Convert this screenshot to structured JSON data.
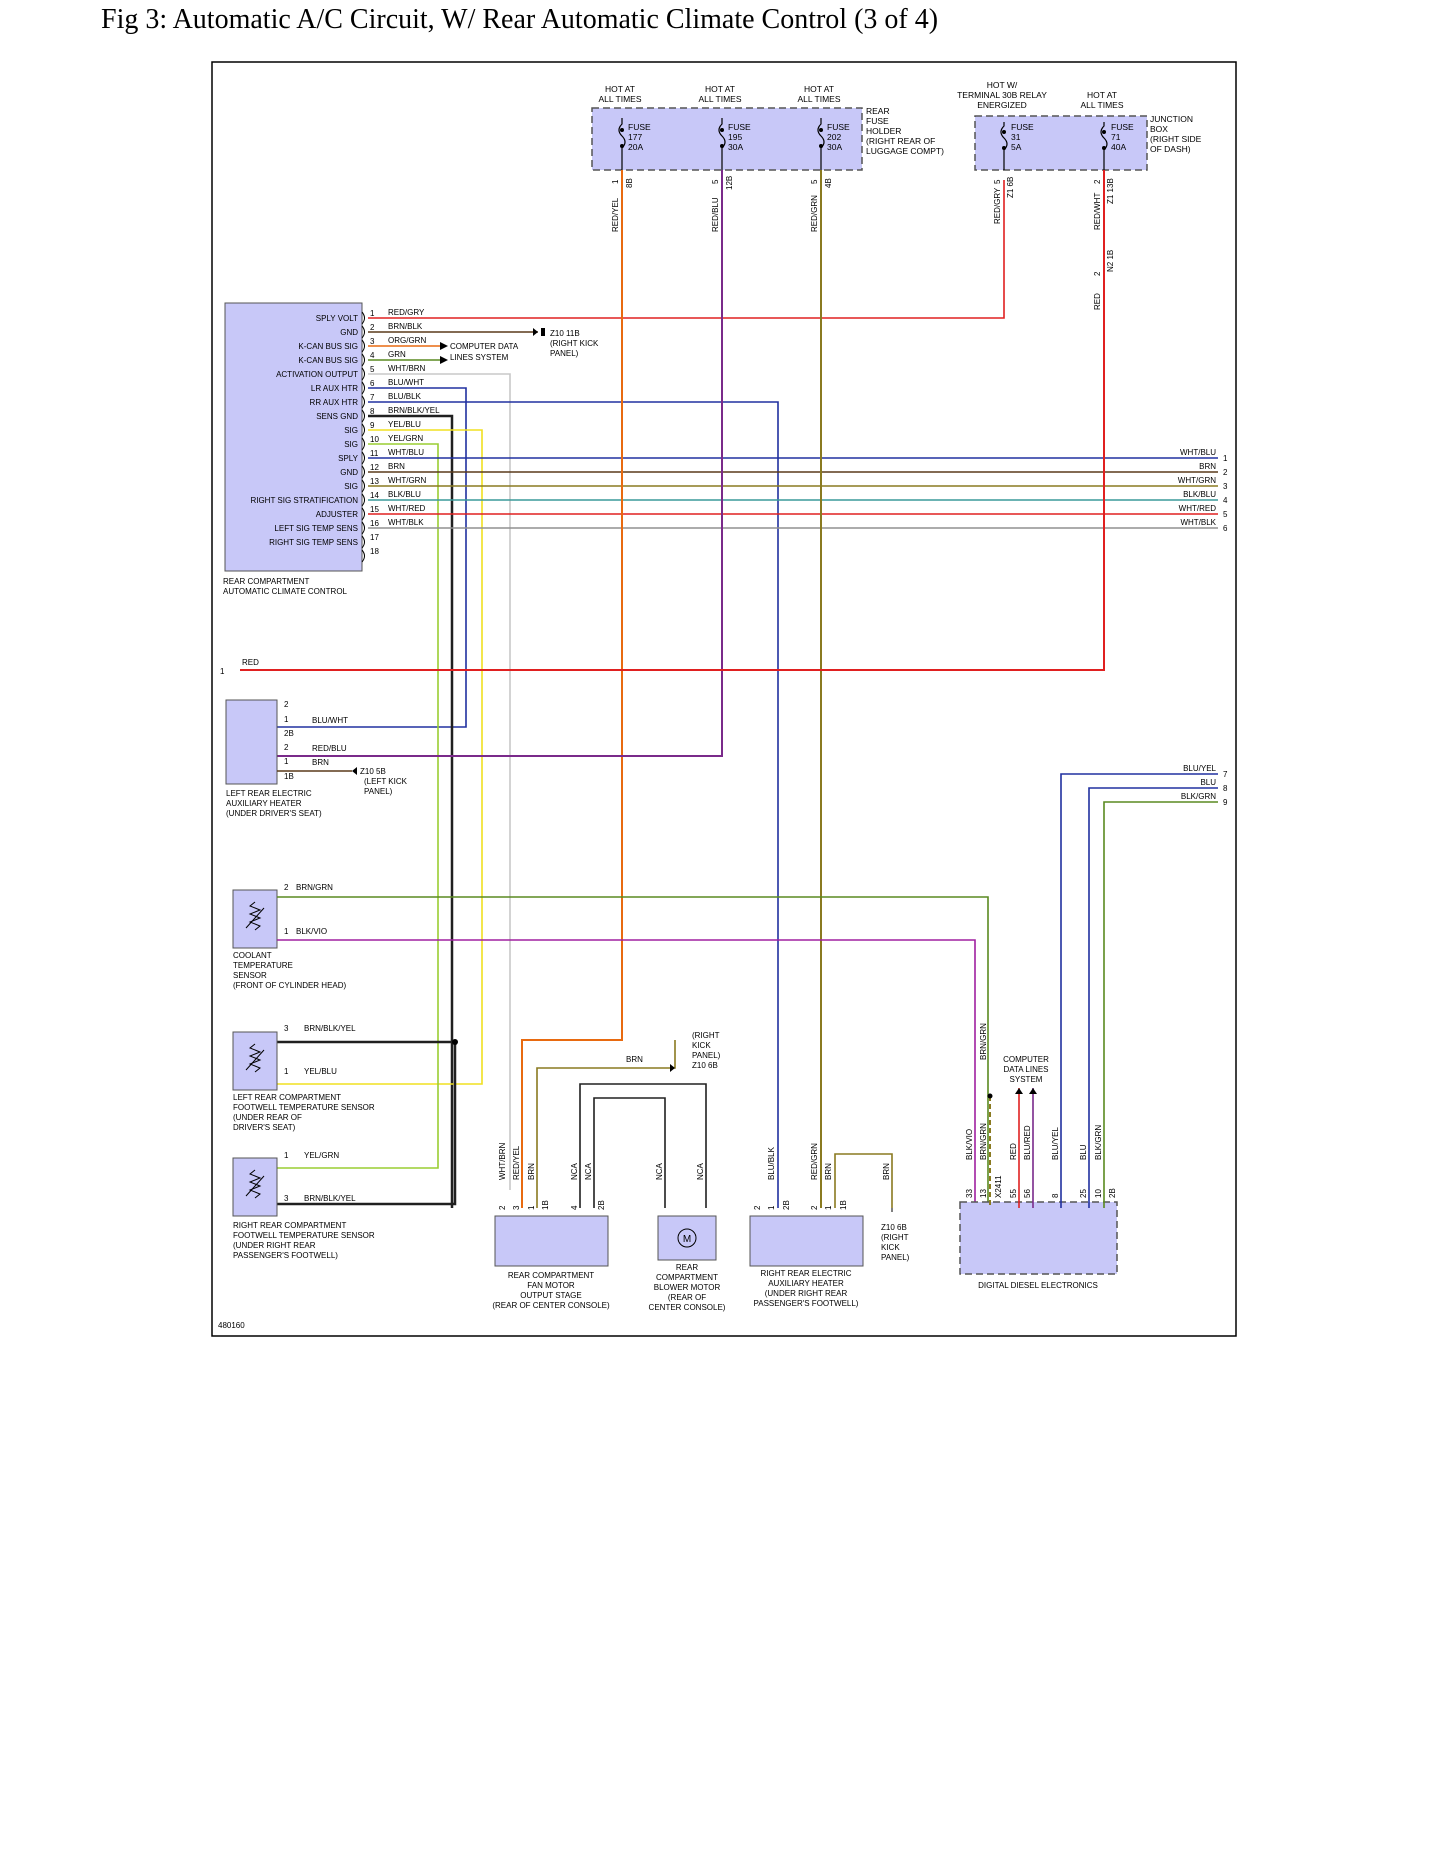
{
  "page": {
    "title": "Fig 3: Automatic A/C Circuit, W/ Rear Automatic Climate Control (3 of 4)"
  },
  "colors": {
    "component_fill": "#c8c8f8",
    "red": "#e02020",
    "orange": "#e86a10",
    "purple": "#7a2a8a",
    "olive": "#8a7a20",
    "brown": "#5a3a1a",
    "blue": "#2030a0",
    "green": "#5a8a20",
    "yellow": "#f0e020",
    "black": "#202020",
    "gray": "#909090",
    "teal": "#3a9a9a",
    "magenta": "#a020a0"
  },
  "fuses_rear": {
    "labels": [
      "HOT AT",
      "ALL TIMES"
    ],
    "fuses": [
      {
        "name": "FUSE",
        "num": "177",
        "amp": "20A",
        "pin_a": "1",
        "pin_b": "8B",
        "wire": "RED/YEL"
      },
      {
        "name": "FUSE",
        "num": "195",
        "amp": "30A",
        "pin_a": "5",
        "pin_b": "12B",
        "wire": "RED/BLU"
      },
      {
        "name": "FUSE",
        "num": "202",
        "amp": "30A",
        "pin_a": "5",
        "pin_b": "4B",
        "wire": "RED/GRN"
      }
    ],
    "holder": [
      "REAR",
      "FUSE",
      "HOLDER",
      "(RIGHT REAR OF",
      "LUGGAGE COMPT)"
    ]
  },
  "fuses_junction": {
    "relay_label": [
      "HOT W/",
      "TERMINAL 30B RELAY",
      "ENERGIZED"
    ],
    "hot_label": [
      "HOT AT",
      "ALL TIMES"
    ],
    "fuses": [
      {
        "name": "FUSE",
        "num": "31",
        "amp": "5A",
        "pin_a": "5",
        "pin_b": "Z1 6B",
        "wire": "RED/GRY"
      },
      {
        "name": "FUSE",
        "num": "71",
        "amp": "40A",
        "pin_a": "2",
        "pin_b": "Z1 13B",
        "wire": "RED/WHT"
      }
    ],
    "box": [
      "JUNCTION",
      "BOX",
      "(RIGHT SIDE",
      "OF DASH)"
    ],
    "n2_pin": "2",
    "n2_conn": "N2 1B",
    "n2_wire": "RED"
  },
  "rear_control": {
    "pins": [
      {
        "label": "SPLY VOLT",
        "num": "1",
        "wire": "RED/GRY"
      },
      {
        "label": "GND",
        "num": "2",
        "wire": "BRN/BLK"
      },
      {
        "label": "K-CAN BUS SIG",
        "num": "3",
        "wire": "ORG/GRN"
      },
      {
        "label": "K-CAN BUS SIG",
        "num": "4",
        "wire": "GRN"
      },
      {
        "label": "ACTIVATION OUTPUT",
        "num": "5",
        "wire": "WHT/BRN"
      },
      {
        "label": "LR AUX HTR",
        "num": "6",
        "wire": "BLU/WHT"
      },
      {
        "label": "RR AUX HTR",
        "num": "7",
        "wire": "BLU/BLK"
      },
      {
        "label": "SENS GND",
        "num": "8",
        "wire": "BRN/BLK/YEL"
      },
      {
        "label": "SIG",
        "num": "9",
        "wire": "YEL/BLU"
      },
      {
        "label": "SIG",
        "num": "10",
        "wire": "YEL/GRN"
      },
      {
        "label": "SPLY",
        "num": "11",
        "wire": "WHT/BLU"
      },
      {
        "label": "GND",
        "num": "12",
        "wire": "BRN"
      },
      {
        "label": "SIG",
        "num": "13",
        "wire": "WHT/GRN"
      },
      {
        "label": "RIGHT SIG STRATIFICATION",
        "num": "14",
        "wire": "BLK/BLU"
      },
      {
        "label": "ADJUSTER",
        "num": "15",
        "wire": "WHT/RED"
      },
      {
        "label": "LEFT SIG TEMP SENS",
        "num": "16",
        "wire": "WHT/BLK"
      },
      {
        "label": "RIGHT SIG TEMP SENS",
        "num": "17",
        "wire": ""
      },
      {
        "label": "",
        "num": "18",
        "wire": ""
      }
    ],
    "name": [
      "REAR COMPARTMENT",
      "AUTOMATIC CLIMATE CONTROL"
    ]
  },
  "ground_z10_11b": {
    "name": "Z10 11B",
    "loc": [
      "(RIGHT KICK",
      "PANEL)"
    ]
  },
  "computer_data": [
    "COMPUTER DATA",
    "LINES SYSTEM"
  ],
  "right_edge": [
    {
      "wire": "WHT/BLU",
      "num": "1"
    },
    {
      "wire": "BRN",
      "num": "2"
    },
    {
      "wire": "WHT/GRN",
      "num": "3"
    },
    {
      "wire": "BLK/BLU",
      "num": "4"
    },
    {
      "wire": "WHT/RED",
      "num": "5"
    },
    {
      "wire": "WHT/BLK",
      "num": "6"
    },
    {
      "wire": "BLU/YEL",
      "num": "7"
    },
    {
      "wire": "BLU",
      "num": "8"
    },
    {
      "wire": "BLK/GRN",
      "num": "9"
    }
  ],
  "red_feed": {
    "num": "1",
    "wire": "RED"
  },
  "left_heater": {
    "pins": [
      "2",
      "1",
      "2B",
      "2",
      "1",
      "1B"
    ],
    "wires": [
      "BLU/WHT",
      "RED/BLU",
      "BRN"
    ],
    "ground": "Z10 5B",
    "ground_loc": [
      "(LEFT KICK",
      "PANEL)"
    ],
    "name": [
      "LEFT REAR ELECTRIC",
      "AUXILIARY HEATER",
      "(UNDER DRIVER'S SEAT)"
    ]
  },
  "coolant_sensor": {
    "pins": [
      "2",
      "1"
    ],
    "wires": [
      "BRN/GRN",
      "BLK/VIO"
    ],
    "name": [
      "COOLANT",
      "TEMPERATURE",
      "SENSOR",
      "(FRONT OF CYLINDER HEAD)"
    ]
  },
  "left_footwell": {
    "pins": [
      "3",
      "1"
    ],
    "wires": [
      "BRN/BLK/YEL",
      "YEL/BLU"
    ],
    "name": [
      "LEFT REAR COMPARTMENT",
      "FOOTWELL TEMPERATURE SENSOR",
      "(UNDER REAR OF",
      "DRIVER'S SEAT)"
    ]
  },
  "right_footwell": {
    "pins": [
      "1",
      "3"
    ],
    "wires": [
      "YEL/GRN",
      "BRN/BLK/YEL"
    ],
    "name": [
      "RIGHT REAR COMPARTMENT",
      "FOOTWELL TEMPERATURE SENSOR",
      "(UNDER RIGHT REAR",
      "PASSENGER'S FOOTWELL)"
    ]
  },
  "ground_z10_6b_top": {
    "wire": "BRN",
    "loc": [
      "(RIGHT",
      "KICK",
      "PANEL)"
    ],
    "name": "Z10 6B"
  },
  "fan_stage": {
    "wires": [
      "WHT/BRN",
      "RED/YEL",
      "BRN",
      "NCA",
      "NCA"
    ],
    "pins": [
      "2",
      "3",
      "1",
      "1B",
      "4",
      "2B"
    ],
    "name": [
      "REAR COMPARTMENT",
      "FAN MOTOR",
      "OUTPUT STAGE",
      "(REAR OF CENTER CONSOLE)"
    ]
  },
  "blower": {
    "wires": [
      "NCA",
      "NCA"
    ],
    "motor": "M",
    "name": [
      "REAR",
      "COMPARTMENT",
      "BLOWER MOTOR",
      "(REAR OF",
      "CENTER CONSOLE)"
    ]
  },
  "right_heater": {
    "wires": [
      "BLU/BLK",
      "RED/GRN",
      "BRN"
    ],
    "pins": [
      "2",
      "1",
      "2B",
      "2",
      "1",
      "1B"
    ],
    "name": [
      "RIGHT REAR ELECTRIC",
      "AUXILIARY HEATER",
      "(UNDER RIGHT REAR",
      "PASSENGER'S FOOTWELL)"
    ]
  },
  "ground_z10_6b_bottom": {
    "wire": "BRN",
    "name": "Z10 6B",
    "loc": [
      "(RIGHT",
      "KICK",
      "PANEL)"
    ]
  },
  "dde": {
    "wires": [
      "BLK/VIO",
      "BRN/GRN",
      "RED",
      "BLU/RED",
      "BLU/YEL",
      "BLU",
      "BLK/GRN"
    ],
    "vertical_label": "BRN/GRN",
    "pins": [
      "33",
      "13",
      "X2411",
      "55",
      "56",
      "8",
      "25",
      "10",
      "2B"
    ],
    "comp_data": [
      "COMPUTER",
      "DATA LINES",
      "SYSTEM"
    ],
    "name": "DIGITAL DIESEL ELECTRONICS"
  },
  "figure_id": "480160"
}
